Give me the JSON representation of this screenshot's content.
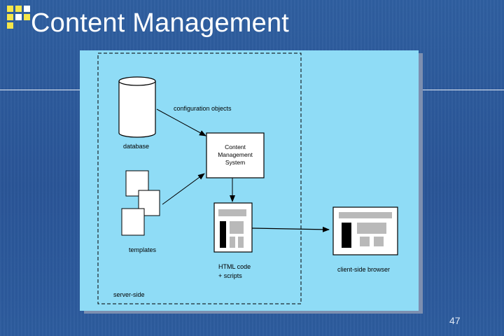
{
  "slide": {
    "title": "Content Management",
    "page_number": "47"
  },
  "diagram": {
    "labels": {
      "configuration_objects": "configuration objects",
      "database": "database",
      "cms_line1": "Content",
      "cms_line2": "Management",
      "cms_line3": "System",
      "templates": "templates",
      "html_code": "HTML code",
      "scripts": "+ scripts",
      "client_browser": "client-side browser",
      "server_side": "server-side"
    }
  },
  "colors": {
    "background": "#2a5597",
    "figure_background": "#8fdcf6",
    "bullet_yellow": "#f5e64a",
    "title_text": "#ffffff"
  }
}
